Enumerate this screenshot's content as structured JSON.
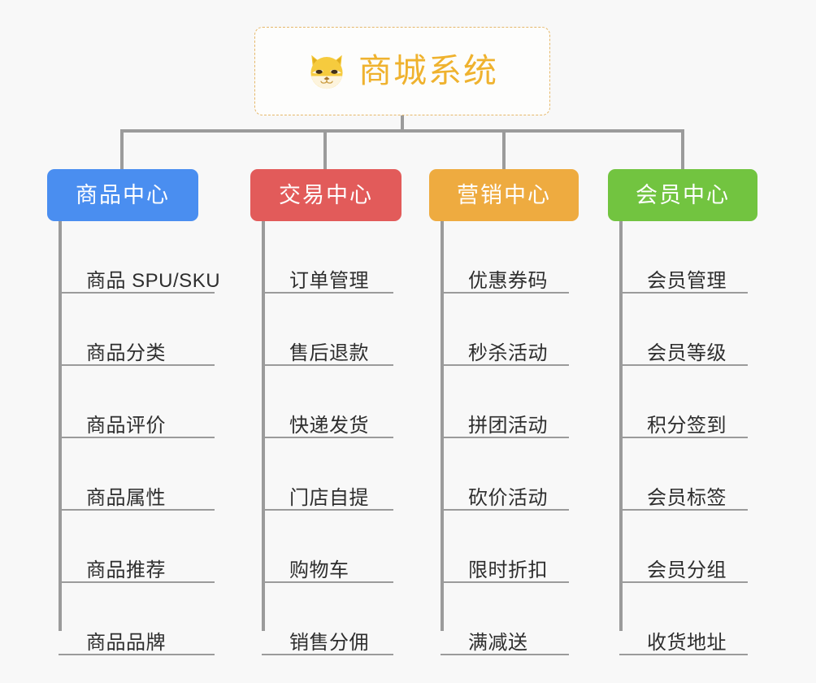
{
  "root": {
    "title": "商城系统",
    "icon": "shiba-dog-icon",
    "title_color": "#efb22e",
    "border_color": "#e6b86a"
  },
  "connector_color": "#9b9b9b",
  "background_color": "#f8f8f8",
  "columns": [
    {
      "title": "商品中心",
      "color": "#4a8ef0",
      "items": [
        "商品 SPU/SKU",
        "商品分类",
        "商品评价",
        "商品属性",
        "商品推荐",
        "商品品牌"
      ]
    },
    {
      "title": "交易中心",
      "color": "#e25b5a",
      "items": [
        "订单管理",
        "售后退款",
        "快递发货",
        "门店自提",
        "购物车",
        "销售分佣"
      ]
    },
    {
      "title": "营销中心",
      "color": "#eeab40",
      "items": [
        "优惠券码",
        "秒杀活动",
        "拼团活动",
        "砍价活动",
        "限时折扣",
        "满减送"
      ]
    },
    {
      "title": "会员中心",
      "color": "#72c440",
      "items": [
        "会员管理",
        "会员等级",
        "积分签到",
        "会员标签",
        "会员分组",
        "收货地址"
      ]
    }
  ]
}
